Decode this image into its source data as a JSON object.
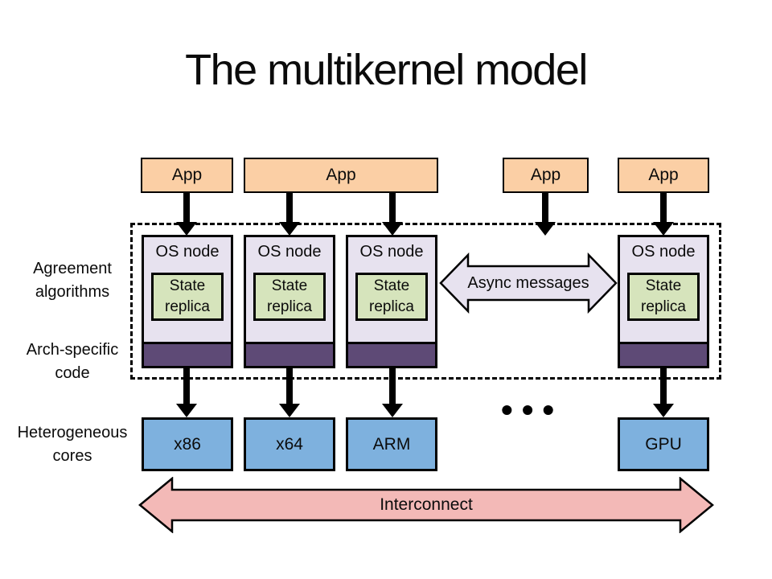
{
  "title": "The multikernel model",
  "apps": [
    {
      "label": "App"
    },
    {
      "label": "App"
    },
    {
      "label": "App"
    },
    {
      "label": "App"
    }
  ],
  "os_nodes": [
    {
      "title": "OS node",
      "state": "State\nreplica"
    },
    {
      "title": "OS node",
      "state": "State\nreplica"
    },
    {
      "title": "OS node",
      "state": "State\nreplica"
    },
    {
      "title": "OS node",
      "state": "State\nreplica"
    }
  ],
  "side_labels": {
    "agreement": "Agreement\nalgorithms",
    "arch_specific": "Arch-specific\ncode",
    "heterogeneous": "Heterogeneous\ncores"
  },
  "async_arrow": {
    "label": "Async messages"
  },
  "interconnect": {
    "label": "Interconnect"
  },
  "cores": [
    {
      "label": "x86"
    },
    {
      "label": "x64"
    },
    {
      "label": "ARM"
    },
    {
      "label": "GPU"
    }
  ],
  "ellipsis": "•••",
  "colors": {
    "app_fill": "#fbcfa5",
    "os_node_fill": "#e7e2ef",
    "state_replica_fill": "#d6e4bc",
    "arch_code_fill": "#5e4a76",
    "core_fill": "#7eb1de",
    "async_arrow_fill": "#e7e2ef",
    "interconnect_fill": "#f3b9b7",
    "outline": "#000000"
  }
}
